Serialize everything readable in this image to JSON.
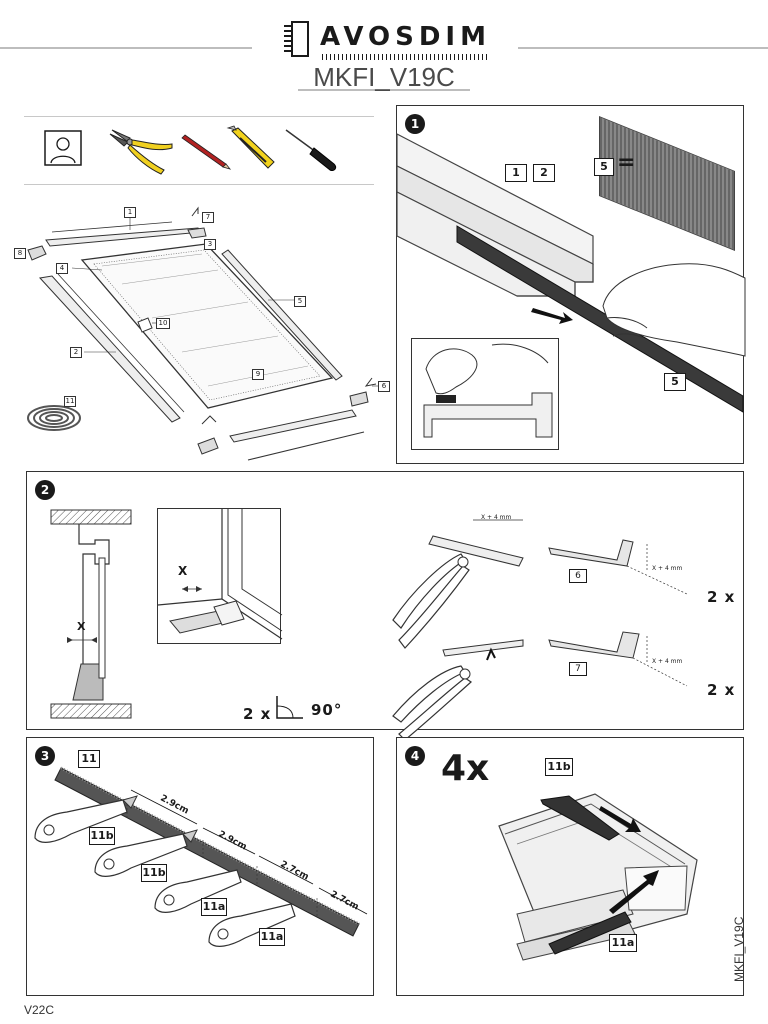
{
  "header": {
    "brand": "AVOSDIM",
    "model": "MKFI_V19C"
  },
  "tools": [
    "person-icon",
    "pliers-icon",
    "pencil-icon",
    "utility-knife-icon",
    "screwdriver-icon"
  ],
  "parts_diagram": {
    "labels": [
      "1",
      "7",
      "3",
      "8",
      "4",
      "5",
      "10",
      "2",
      "9",
      "6",
      "11"
    ]
  },
  "step1": {
    "number": "1",
    "part_labels": [
      "1",
      "2"
    ],
    "brush_label": "5",
    "equals": "=",
    "strip_label": "5"
  },
  "step2": {
    "number": "2",
    "x_label": "X",
    "x_label_inset": "X",
    "cut_dim": "X + 4 mm",
    "bracket_dim": "X + 4 mm",
    "bracket_labels": [
      "6",
      "7"
    ],
    "count_bracket_6": "2 x",
    "count_bracket_7": "2 x",
    "angle_count": "2 x",
    "angle_value": "90°"
  },
  "step3": {
    "number": "3",
    "brush_label": "11",
    "segments": [
      "2.9cm",
      "2.9cm",
      "2.7cm",
      "2.7cm"
    ],
    "piece_labels": [
      "11b",
      "11b",
      "11a",
      "11a"
    ]
  },
  "step4": {
    "number": "4",
    "count": "4x",
    "top_label": "11b",
    "bottom_label": "11a"
  },
  "footer": {
    "code_left": "V22C",
    "code_side": "MKFI_V19C"
  },
  "colors": {
    "line": "#1a1a1a",
    "header_rule": "#bdbdbd",
    "brush": "#5a5a5a",
    "pliers_handle": "#f0d020",
    "knife_body": "#f2d21c"
  }
}
